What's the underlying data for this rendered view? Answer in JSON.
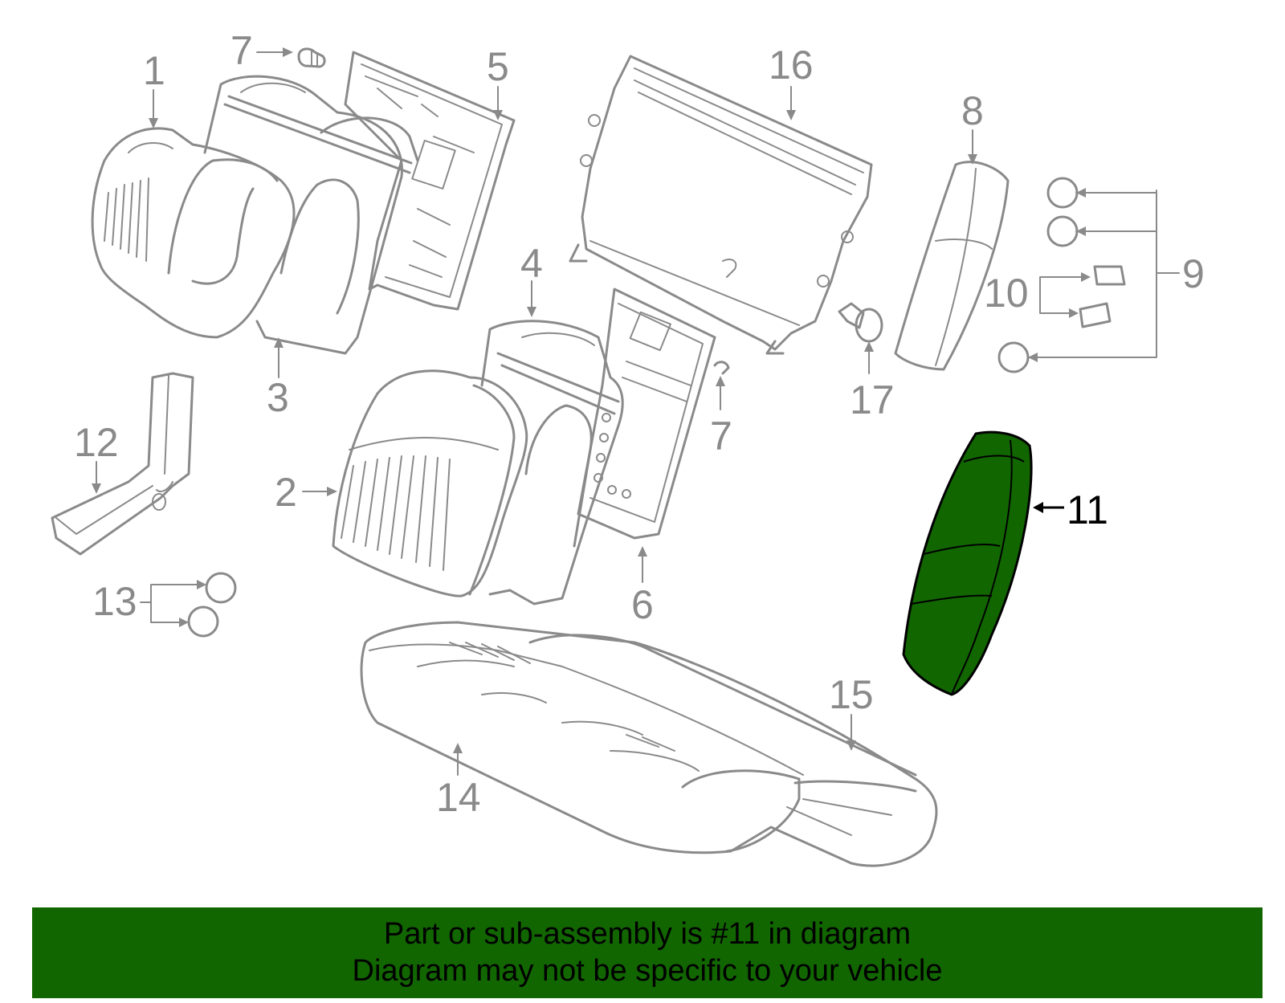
{
  "callouts": [
    {
      "id": "1",
      "label": "1"
    },
    {
      "id": "2",
      "label": "2"
    },
    {
      "id": "3",
      "label": "3"
    },
    {
      "id": "4",
      "label": "4"
    },
    {
      "id": "5",
      "label": "5"
    },
    {
      "id": "6",
      "label": "6"
    },
    {
      "id": "7a",
      "label": "7"
    },
    {
      "id": "7b",
      "label": "7"
    },
    {
      "id": "8",
      "label": "8"
    },
    {
      "id": "9",
      "label": "9"
    },
    {
      "id": "10",
      "label": "10"
    },
    {
      "id": "11",
      "label": "11"
    },
    {
      "id": "12",
      "label": "12"
    },
    {
      "id": "13",
      "label": "13"
    },
    {
      "id": "14",
      "label": "14"
    },
    {
      "id": "15",
      "label": "15"
    },
    {
      "id": "16",
      "label": "16"
    },
    {
      "id": "17",
      "label": "17"
    }
  ],
  "highlight": {
    "part": "11",
    "fill_color": "#116600",
    "outline_color": "#000000"
  },
  "colors": {
    "line": "#8a8a8a",
    "banner_bg": "#116600",
    "banner_text": "#000000"
  },
  "banner": {
    "line1": "Part or sub-assembly is #11 in diagram",
    "line2": "Diagram may not be specific to your vehicle"
  }
}
